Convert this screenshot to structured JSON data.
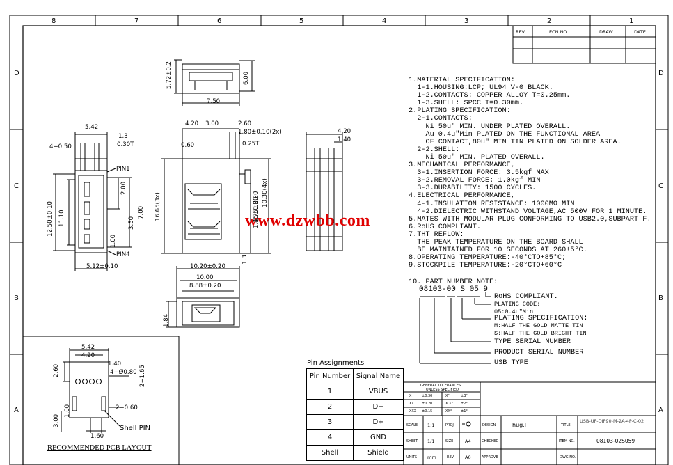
{
  "zones_top": [
    "8",
    "7",
    "6",
    "5",
    "4",
    "3",
    "2",
    "1"
  ],
  "zones_side": [
    "D",
    "C",
    "B",
    "A"
  ],
  "revision_headers": [
    "REV.",
    "ECN NO.",
    "DRAW",
    "DATE"
  ],
  "spec_lines": [
    "1.MATERIAL SPECIFICATION:",
    "  1-1.HOUSING:LCP; UL94 V-0 BLACK.",
    "  1-2.CONTACTS: COPPER ALLOY T=0.25mm.",
    "  1-3.SHELL: SPCC T=0.30mm.",
    "2.PLATING SPECIFICATION:",
    "  2-1.CONTACTS:",
    "    Ni 50u\" MIN. UNDER PLATED OVERALL.",
    "    Au 0.4u\"Min PLATED ON THE FUNCTIONAL AREA",
    "    OF CONTACT,80u\" MIN TIN PLATED ON SOLDER AREA.",
    "  2-2.SHELL:",
    "    Ni 50u\" MIN. PLATED OVERALL.",
    "3.MECHANICAL PERFORMANCE,",
    "  3-1.INSERTION FORCE: 3.5kgf MAX",
    "  3-2.REMOVAL FORCE: 1.0kgf MIN",
    "  3-3.DURABILITY: 1500 CYCLES.",
    "4.ELECTRICAL PERFORMANCE,",
    "  4-1.INSULATION RESISTANCE: 1000MΩ MIN",
    "  4-2.DIELECTRIC WITHSTAND VOLTAGE,AC 500V FOR 1 MINUTE.",
    "5.MATES WITH MODULAR PLUG CONFORMING TO USB2.0,SUBPART F.",
    "6.RoHS COMPLIANT.",
    "7.THT REFLOW:",
    "  THE PEAK TEMPERATURE ON THE BOARD SHALL",
    "  BE MAINTAINED FOR 10 SECONDS AT 260±5°C.",
    "8.OPERATING TEMPERATURE:-40°CTO+85°C;",
    "9.STOCKPILE TEMPERATURE:-20°CTO+60°C"
  ],
  "part_number": {
    "heading": "10. PART NUMBER NOTE:",
    "code": "08103-00 S 05 9",
    "notes": [
      "RoHS COMPLIANT.",
      "PLATING CODE:",
      "05:0.4u\"Min",
      "PLATING SPECIFICATION:",
      "M:HALF THE GOLD MATTE TIN",
      "S:HALF THE GOLD BRIGHT TIN",
      "TYPE SERIAL NUMBER",
      "PRODUCT SERIAL NUMBER",
      "USB TYPE"
    ]
  },
  "watermark": "www.dzwbb.com",
  "pin_assignments": {
    "title": "Pin Assignments",
    "headers": [
      "Pin Number",
      "Signal Name"
    ],
    "rows": [
      [
        "1",
        "VBUS"
      ],
      [
        "2",
        "D−"
      ],
      [
        "3",
        "D+"
      ],
      [
        "4",
        "GND"
      ],
      [
        "Shell",
        "Shield"
      ]
    ]
  },
  "pcb_layout_label": "RECOMMENDED PCB LAYOUT",
  "pcb_labels": {
    "shell_pin": "Shell PIN"
  },
  "dimensions": {
    "top_view": [
      "5.72±0.2",
      "6.00",
      "7.50"
    ],
    "left_view": [
      "5.42",
      "1.3",
      "0.30T",
      "4−0.50",
      "PIN1",
      "12.50±0.10",
      "11.10",
      "2.00",
      "3.50",
      "7.00",
      "1.00",
      "PIN4",
      "5.12±0.10"
    ],
    "front_view": [
      "4.20",
      "3.00",
      "2.60",
      "1.80±0.10(2x)",
      "0.60",
      "0.25T",
      "16.65(3x)",
      "10.30(4x)",
      "1.75±0.20",
      "1.45±0.20",
      "1.3"
    ],
    "side_view": [
      "4.20",
      "1.40"
    ],
    "bottom_view": [
      "10.20±0.20",
      "10.00",
      "8.88±0.20",
      "1.84"
    ],
    "pcb": [
      "5.42",
      "4.20",
      "1.40",
      "4−Ø0.80",
      "2.60",
      "2−1.65",
      "2−0.60",
      "3.00",
      "1.00",
      "1.60"
    ]
  },
  "title_block": {
    "tolerance_title": "GENERAL TOLERANCES",
    "tolerance_sub": "UNLESS SPECIFIED",
    "tolerances": [
      [
        "X",
        "±0.30",
        "X°",
        "±3°"
      ],
      [
        "XX",
        "±0.20",
        "X.X°",
        "±2°"
      ],
      [
        "XXX",
        "±0.15",
        "XX°",
        "±1°"
      ]
    ],
    "scale_label": "SCALE",
    "scale": "1:1",
    "proj_label": "PROJ.",
    "design_label": "DESIGN",
    "designer": "hug,l",
    "title_label": "TITLE",
    "title": "USB-UP-DIP90-M-2A-4P-C-02",
    "sheet_label": "SHEET",
    "sheet": "1/1",
    "size_label": "SIZE",
    "size": "A4",
    "checked_label": "CHECKED",
    "item_label": "ITEM NO.",
    "item_no": "08103-02S059",
    "units_label": "UNITS",
    "units": "mm",
    "rev_label": "REV",
    "rev": "A0",
    "approve_label": "APPROVE",
    "dwg_label": "DWG NO."
  }
}
